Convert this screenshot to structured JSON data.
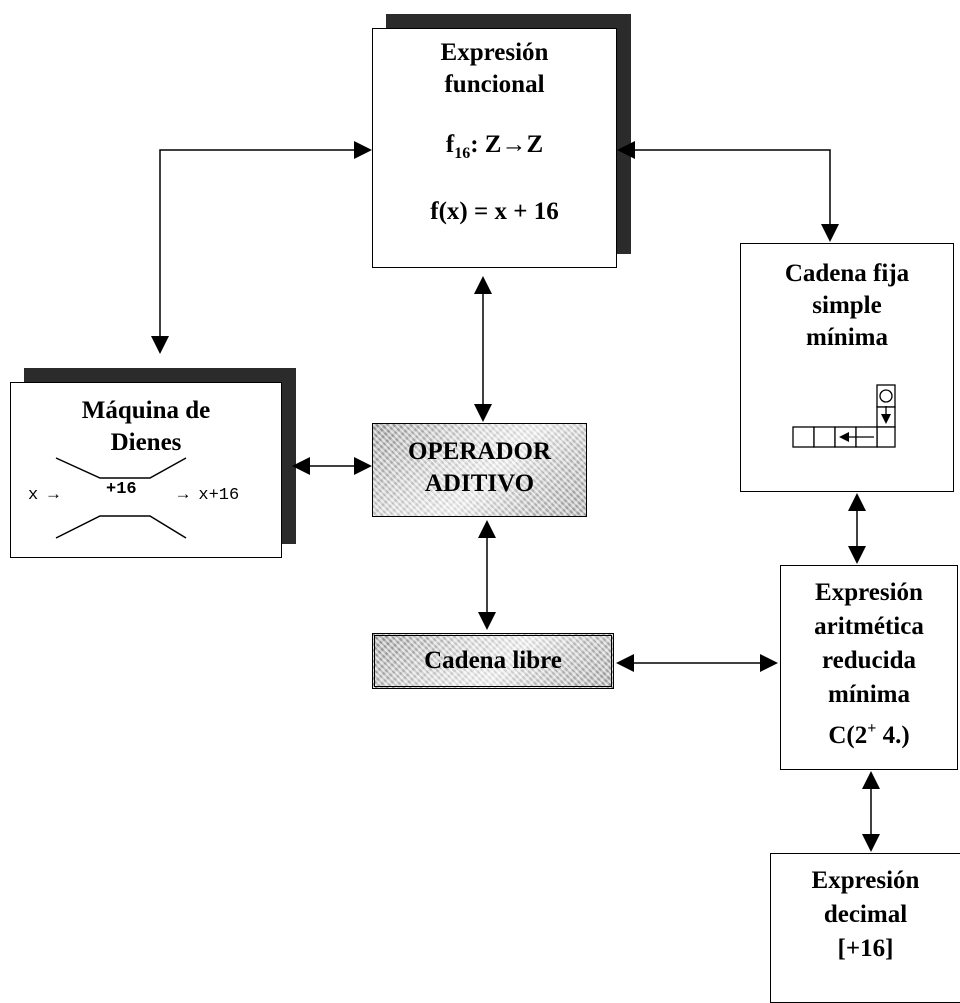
{
  "funcional": {
    "title1": "Expresión",
    "title2": "funcional",
    "f_name": "f",
    "f_sub": "16",
    "f_rest": ": Z→Z",
    "formula": "f(x) = x + 16"
  },
  "cadena_fija": {
    "line1": "Cadena fija",
    "line2": "simple",
    "line3": "mínima"
  },
  "maquina": {
    "line1": "Máquina de",
    "line2": "Dienes",
    "input": "x →",
    "op": "+16",
    "output": "→ x+16"
  },
  "operador": {
    "line1": "OPERADOR",
    "line2": "ADITIVO"
  },
  "cadena_libre": {
    "label": "Cadena libre"
  },
  "aritmetica": {
    "line1": "Expresión",
    "line2": "aritmética",
    "line3": "reducida",
    "line4": "mínima",
    "expr_a": "C(2",
    "expr_sup": "+",
    "expr_b": " 4.)"
  },
  "decimal": {
    "line1": "Expresión",
    "line2": "decimal",
    "line3": "[+16]"
  }
}
